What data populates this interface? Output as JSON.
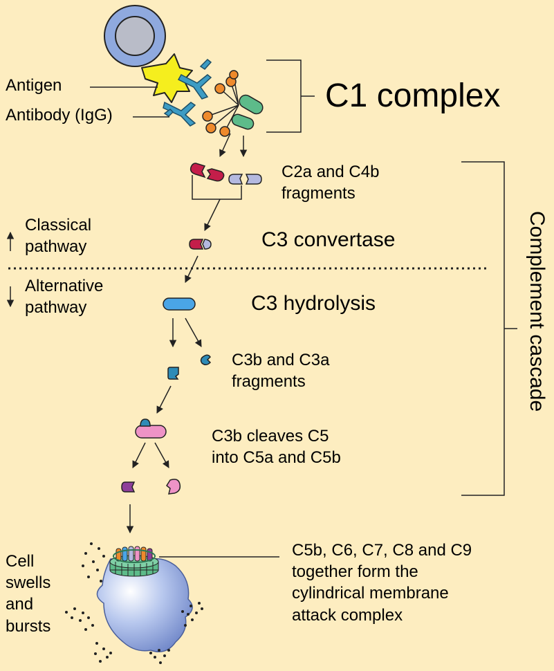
{
  "labels": {
    "antigen": "Antigen",
    "antibody": "Antibody (IgG)",
    "c1_complex": "C1 complex",
    "c2a_c4b": "C2a and C4b\nfragments",
    "classical": "Classical\npathway",
    "c3_convertase": "C3 convertase",
    "alternative": "Alternative\npathway",
    "c3_hydrolysis": "C3 hydrolysis",
    "c3b_c3a": "C3b and C3a\nfragments",
    "c3b_cleaves": "C3b cleaves C5\n into C5a and C5b",
    "complement_cascade": "Complement cascade",
    "cell_swells": "Cell\nswells\nand\nbursts",
    "mac": "C5b, C6, C7, C8 and C9\ntogether form the\ncylindrical membrane\nattack complex"
  },
  "colors": {
    "background": "#fdedc0",
    "cell_blue": "#9fb7e6",
    "antigen_yellow": "#f5ee1e",
    "antibody_blue": "#3d9cc4",
    "c1_orange": "#ee8a2c",
    "c1_green": "#5dbb8a",
    "c2_red": "#c41e4a",
    "c4_lavender": "#b4b9e0",
    "c3_blue": "#4aa5e6",
    "c3b_teal": "#2e8bb7",
    "c5_pink": "#ee93c6",
    "c5_purple": "#8e3f9a"
  }
}
